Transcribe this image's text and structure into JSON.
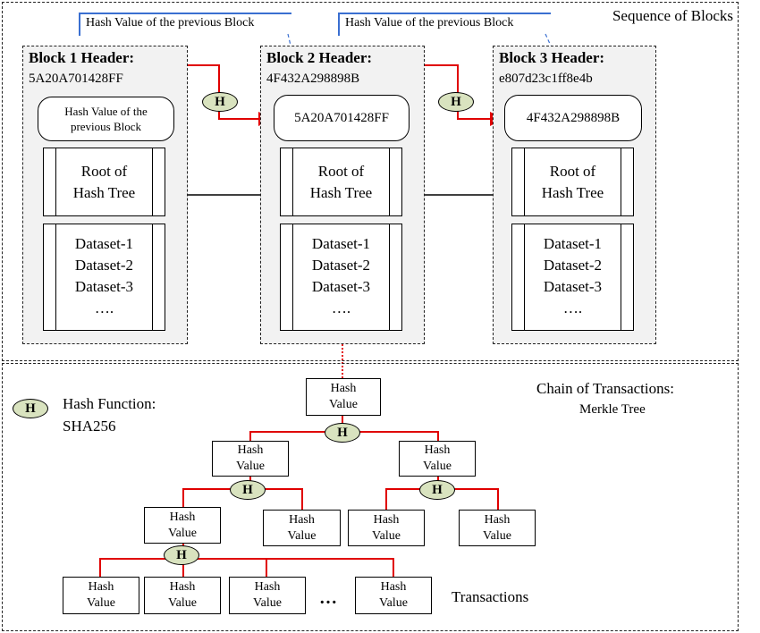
{
  "blockchain": {
    "title": "Sequence of Blocks",
    "callout_text": "Hash Value of the previous Block",
    "blocks": [
      {
        "header": "Block 1 Header:",
        "hash": "5A20A701428FF",
        "prev_hash_line1": "Hash Value of the",
        "prev_hash_line2": "previous Block",
        "root_line1": "Root of",
        "root_line2": "Hash Tree",
        "datasets": [
          "Dataset-1",
          "Dataset-2",
          "Dataset-3",
          "…."
        ]
      },
      {
        "header": "Block 2 Header:",
        "hash": "4F432A298898B",
        "prev_hash": "5A20A701428FF",
        "root_line1": "Root of",
        "root_line2": "Hash Tree",
        "datasets": [
          "Dataset-1",
          "Dataset-2",
          "Dataset-3",
          "…."
        ]
      },
      {
        "header": "Block 3 Header:",
        "hash": "e807d23c1ff8e4b",
        "prev_hash": "4F432A298898B",
        "root_line1": "Root of",
        "root_line2": "Hash Tree",
        "datasets": [
          "Dataset-1",
          "Dataset-2",
          "Dataset-3",
          "…."
        ]
      }
    ]
  },
  "merkle": {
    "title_line1": "Chain of Transactions:",
    "title_line2": "Merkle Tree",
    "legend_symbol": "H",
    "legend_line1": "Hash Function:",
    "legend_line2": "SHA256",
    "node_line1": "Hash",
    "node_line2": "Value",
    "ellipsis": "…",
    "transactions_label": "Transactions"
  },
  "colors": {
    "arrow": "#e00000",
    "callout": "#3a6fd1",
    "badge_fill": "#d9e3bf",
    "block_fill": "#f2f2f2"
  }
}
